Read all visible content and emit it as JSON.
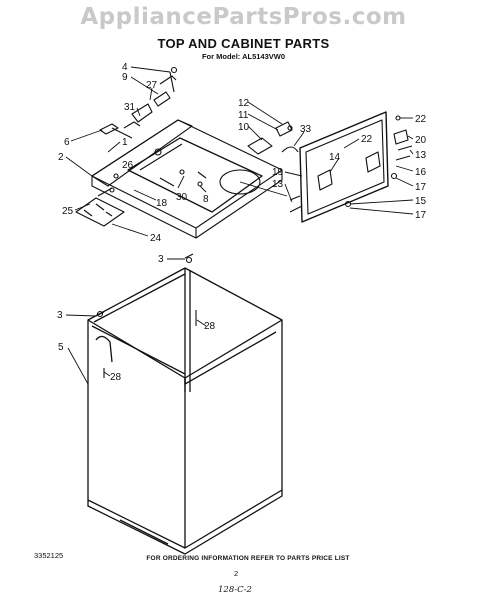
{
  "watermark": "AppliancePartsPros.com",
  "title": "TOP AND CABINET PARTS",
  "model": "For Model: AL5143VW0",
  "footer_note": "FOR ORDERING INFORMATION REFER TO PARTS PRICE LIST",
  "doc_code": "3352125",
  "page_number": "2",
  "handwritten_code": "128-C-2",
  "callouts": [
    "4",
    "9",
    "27",
    "31",
    "1",
    "6",
    "2",
    "26",
    "30",
    "8",
    "18",
    "25",
    "24",
    "12",
    "11",
    "10",
    "33",
    "22",
    "22",
    "20",
    "14",
    "13",
    "19",
    "13",
    "16",
    "17",
    "15",
    "17",
    "3",
    "28",
    "3",
    "5",
    "28"
  ]
}
